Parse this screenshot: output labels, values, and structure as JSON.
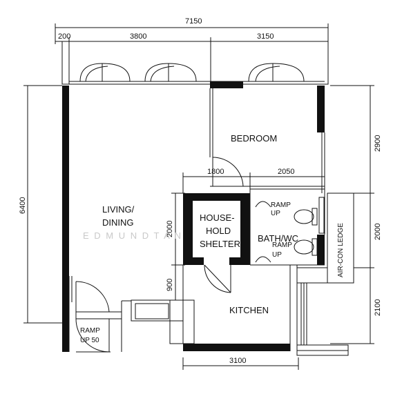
{
  "dimensions": {
    "total_width": "7150",
    "top_200": "200",
    "top_3800": "3800",
    "top_3150": "3150",
    "left_6400": "6400",
    "right_2900": "2900",
    "right_2000": "2000",
    "right_2100": "2100",
    "mid_1800": "1800",
    "mid_2050": "2050",
    "left_2000": "2000",
    "left_900": "900",
    "bottom_3100": "3100"
  },
  "rooms": {
    "bedroom": "BEDROOM",
    "living_line1": "LIVING/",
    "living_line2": "DINING",
    "shelter_line1": "HOUSE-",
    "shelter_line2": "HOLD",
    "shelter_line3": "SHELTER",
    "bath": "BATH/WC",
    "kitchen": "KITCHEN",
    "aircon": "AIR-CON LEDGE"
  },
  "labels": {
    "ramp_up_1": "RAMP",
    "ramp_up_1b": "UP",
    "ramp_up_2": "RAMP",
    "ramp_up_2b": "UP",
    "ramp_entry": "RAMP",
    "ramp_entry_b": "UP 50"
  },
  "watermark": "E D M U N D T A N"
}
